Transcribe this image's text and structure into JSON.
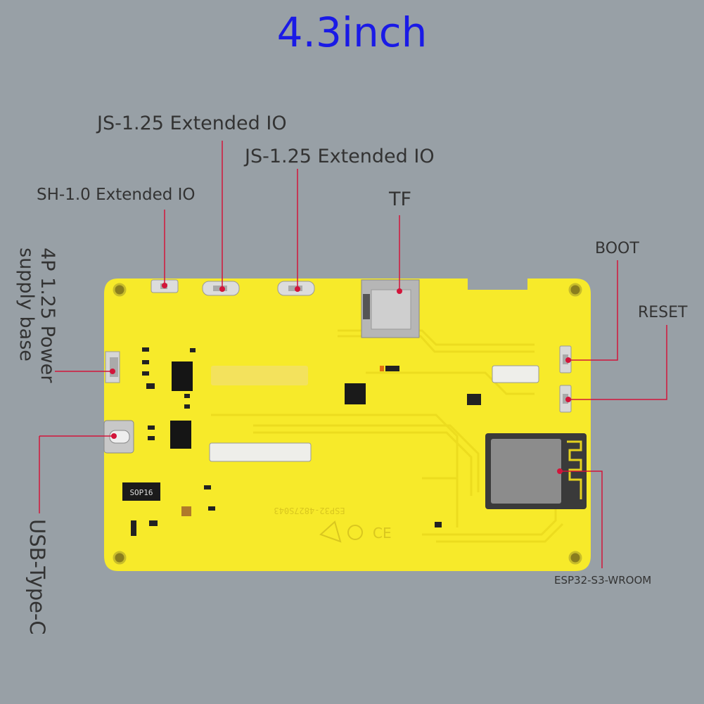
{
  "title": "4.3inch",
  "labels": {
    "js_io_1": "JS-1.25 Extended IO",
    "js_io_2": "JS-1.25 Extended IO",
    "sh_io": "SH-1.0 Extended IO",
    "tf": "TF",
    "boot": "BOOT",
    "reset": "RESET",
    "power_line1": "4P 1.25 Power",
    "power_line2": "supply base",
    "usb": "USB-Type-C",
    "esp": "ESP32-S3-WROOM"
  },
  "pcb_text": {
    "chip": "SOP16",
    "model": "ESP32-4827S043"
  },
  "colors": {
    "background": "#98a0a6",
    "board": "#f7ea2a",
    "leader_line": "#d2153a",
    "title": "#1a1ae6"
  }
}
